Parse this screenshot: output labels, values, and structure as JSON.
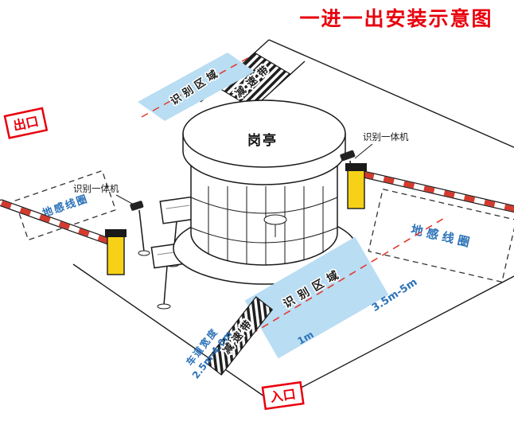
{
  "title": "一进一出安装示意图",
  "signs": {
    "exit": "出口",
    "entrance": "入口"
  },
  "booth": {
    "label": "岗亭"
  },
  "exit_lane": {
    "speed_bump": "减速带",
    "recognition_area": "识别区域",
    "ground_coil": "地感线圈",
    "camera_label": "识别一体机"
  },
  "entry_lane": {
    "speed_bump": "减速带",
    "recognition_area": "识别区域",
    "ground_coil": "地感线圈",
    "camera_label": "识别一体机",
    "coil_distance": "3.5m-5m",
    "area_to_bump_distance": "1m",
    "lane_width_title": "车道宽度",
    "lane_width_range": "2.5m-4.0m"
  },
  "colors": {
    "accent_red": "#e8000d",
    "area_blue": "#b9ddf3",
    "dimension_blue": "#2c72b8",
    "post_yellow": "#f7d117",
    "barrier_red": "#d43a2e"
  }
}
